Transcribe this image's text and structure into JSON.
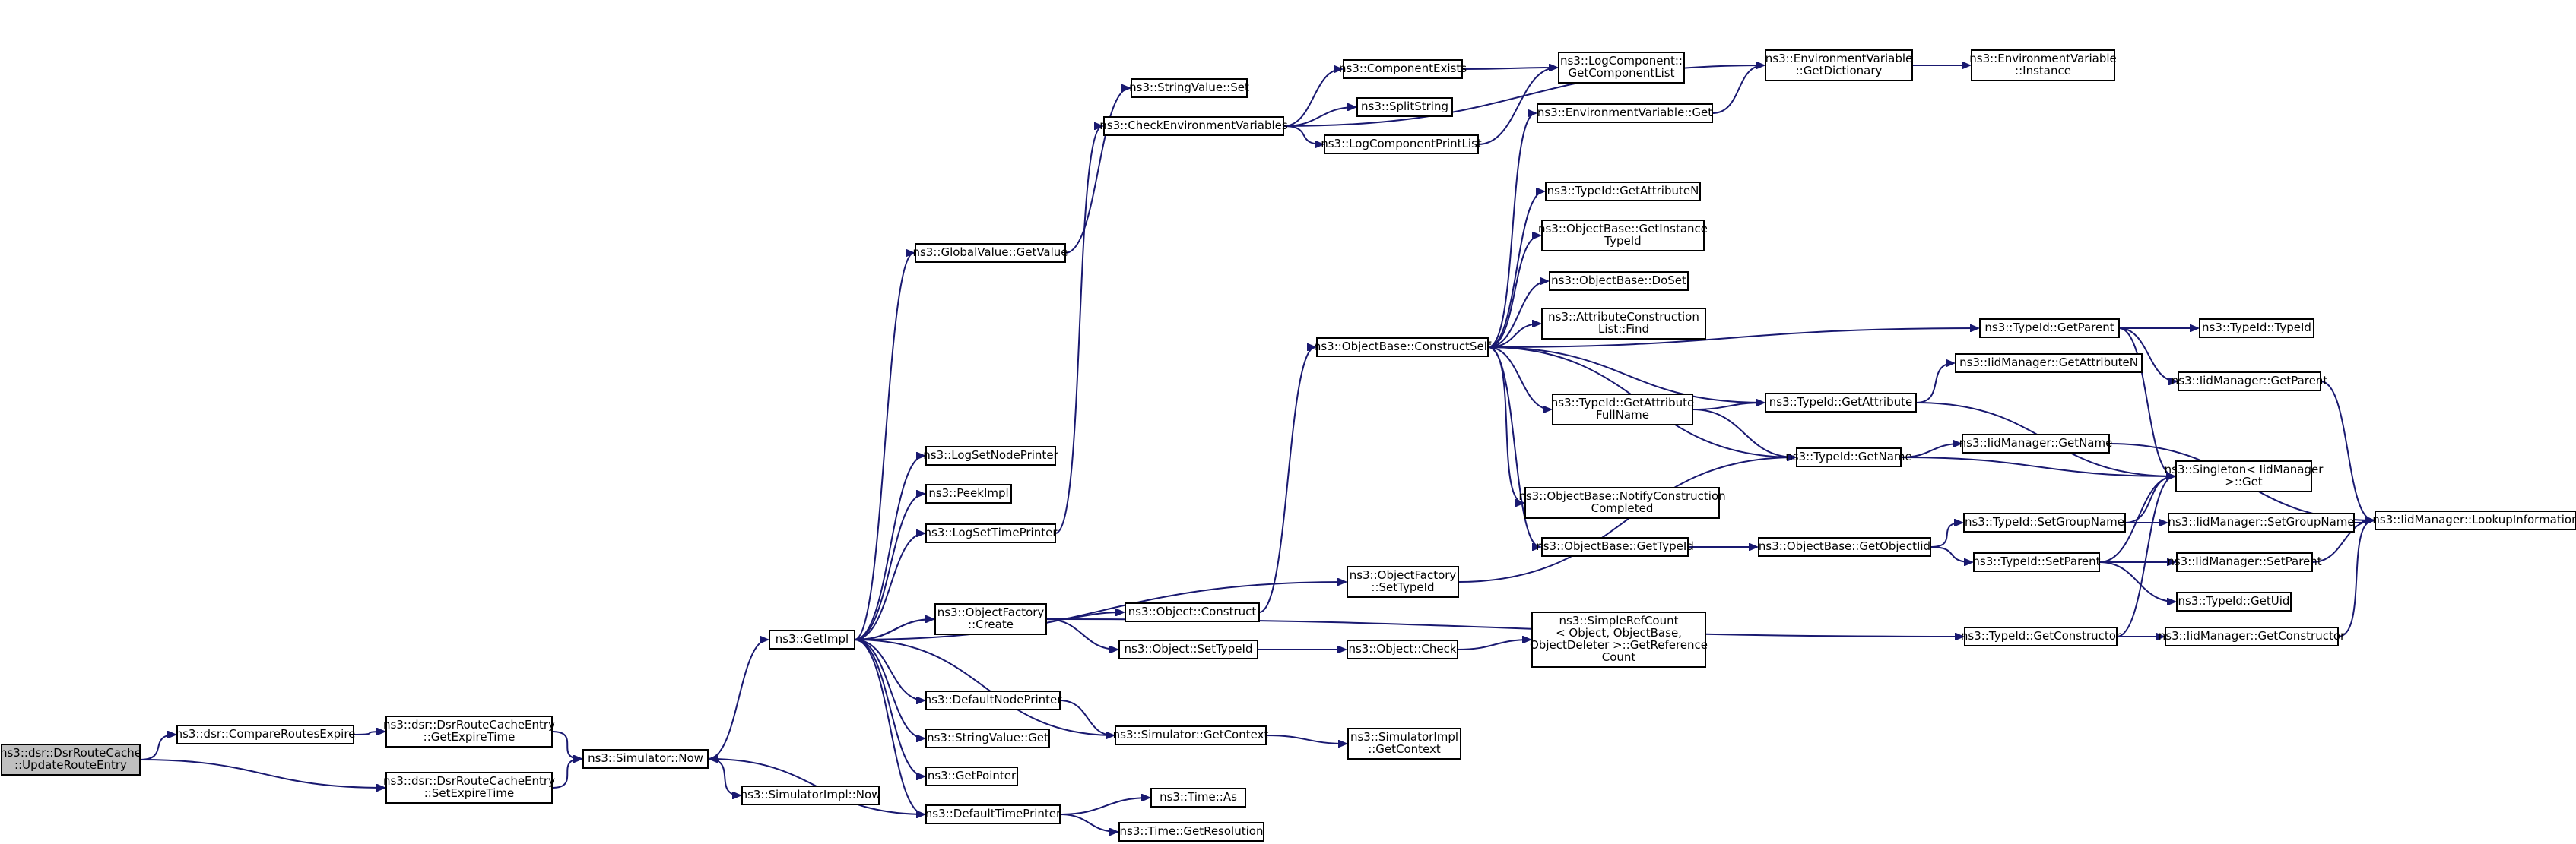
{
  "title": "",
  "colors": {
    "edge": "#191970",
    "node_border": "#000000",
    "root_fill": "#bfbfbf",
    "node_fill": "#ffffff"
  },
  "nodes": [
    {
      "id": "root",
      "lines": [
        "ns3::dsr::DsrRouteCache",
        "::UpdateRouteEntry"
      ]
    },
    {
      "id": "compare",
      "lines": [
        "ns3::dsr::CompareRoutesExpire"
      ]
    },
    {
      "id": "getexp",
      "lines": [
        "ns3::dsr::DsrRouteCacheEntry",
        "::GetExpireTime"
      ]
    },
    {
      "id": "setexp",
      "lines": [
        "ns3::dsr::DsrRouteCacheEntry",
        "::SetExpireTime"
      ]
    },
    {
      "id": "simnow",
      "lines": [
        "ns3::Simulator::Now"
      ]
    },
    {
      "id": "simimplnow",
      "lines": [
        "ns3::SimulatorImpl::Now"
      ]
    },
    {
      "id": "getimpl",
      "lines": [
        "ns3::GetImpl"
      ]
    },
    {
      "id": "gvget",
      "lines": [
        "ns3::GlobalValue::GetValue"
      ]
    },
    {
      "id": "lognode",
      "lines": [
        "ns3::LogSetNodePrinter"
      ]
    },
    {
      "id": "peek",
      "lines": [
        "ns3::PeekImpl"
      ]
    },
    {
      "id": "logtime",
      "lines": [
        "ns3::LogSetTimePrinter"
      ]
    },
    {
      "id": "ofcreate",
      "lines": [
        "ns3::ObjectFactory",
        "::Create"
      ]
    },
    {
      "id": "defnode",
      "lines": [
        "ns3::DefaultNodePrinter"
      ]
    },
    {
      "id": "svget",
      "lines": [
        "ns3::StringValue::Get"
      ]
    },
    {
      "id": "getptr",
      "lines": [
        "ns3::GetPointer"
      ]
    },
    {
      "id": "deftime",
      "lines": [
        "ns3::DefaultTimePrinter"
      ]
    },
    {
      "id": "svset",
      "lines": [
        "ns3::StringValue::Set"
      ]
    },
    {
      "id": "checkenv",
      "lines": [
        "ns3::CheckEnvironmentVariables"
      ]
    },
    {
      "id": "compexists",
      "lines": [
        "ns3::ComponentExists"
      ]
    },
    {
      "id": "split",
      "lines": [
        "ns3::SplitString"
      ]
    },
    {
      "id": "logprint",
      "lines": [
        "ns3::LogComponentPrintList"
      ]
    },
    {
      "id": "logcomplist",
      "lines": [
        "ns3::LogComponent::",
        "GetComponentList"
      ]
    },
    {
      "id": "envdict",
      "lines": [
        "ns3::EnvironmentVariable",
        "::GetDictionary"
      ]
    },
    {
      "id": "envinst",
      "lines": [
        "ns3::EnvironmentVariable",
        "::Instance"
      ]
    },
    {
      "id": "envget",
      "lines": [
        "ns3::EnvironmentVariable::Get"
      ]
    },
    {
      "id": "construct",
      "lines": [
        "ns3::Object::Construct"
      ]
    },
    {
      "id": "settypeid",
      "lines": [
        "ns3::Object::SetTypeId"
      ]
    },
    {
      "id": "ofsettypeid",
      "lines": [
        "ns3::ObjectFactory",
        "::SetTypeId"
      ]
    },
    {
      "id": "ocheck",
      "lines": [
        "ns3::Object::Check"
      ]
    },
    {
      "id": "simgetctx",
      "lines": [
        "ns3::Simulator::GetContext"
      ]
    },
    {
      "id": "simimplgetctx",
      "lines": [
        "ns3::SimulatorImpl",
        "::GetContext"
      ]
    },
    {
      "id": "timeas",
      "lines": [
        "ns3::Time::As"
      ]
    },
    {
      "id": "timeres",
      "lines": [
        "ns3::Time::GetResolution"
      ]
    },
    {
      "id": "constructself",
      "lines": [
        "ns3::ObjectBase::ConstructSelf"
      ]
    },
    {
      "id": "getattrn",
      "lines": [
        "ns3::TypeId::GetAttributeN"
      ]
    },
    {
      "id": "getinsttid",
      "lines": [
        "ns3::ObjectBase::GetInstance",
        "TypeId"
      ]
    },
    {
      "id": "doset",
      "lines": [
        "ns3::ObjectBase::DoSet"
      ]
    },
    {
      "id": "acfind",
      "lines": [
        "ns3::AttributeConstruction",
        "List::Find"
      ]
    },
    {
      "id": "getattrfull",
      "lines": [
        "ns3::TypeId::GetAttribute",
        "FullName"
      ]
    },
    {
      "id": "notify",
      "lines": [
        "ns3::ObjectBase::NotifyConstruction",
        "Completed"
      ]
    },
    {
      "id": "getobjtid",
      "lines": [
        "ns3::ObjectBase::GetTypeId"
      ]
    },
    {
      "id": "getobjectiid",
      "lines": [
        "ns3::ObjectBase::GetObjectIid"
      ]
    },
    {
      "id": "simplerefcount",
      "lines": [
        "ns3::SimpleRefCount",
        "< Object, ObjectBase,",
        "ObjectDeleter >::GetReference",
        "Count"
      ]
    },
    {
      "id": "tidgetparent",
      "lines": [
        "ns3::TypeId::GetParent"
      ]
    },
    {
      "id": "tidgetattr",
      "lines": [
        "ns3::TypeId::GetAttribute"
      ]
    },
    {
      "id": "tidgetname",
      "lines": [
        "ns3::TypeId::GetName"
      ]
    },
    {
      "id": "iidgetattrn",
      "lines": [
        "ns3::IidManager::GetAttributeN"
      ]
    },
    {
      "id": "iidgetname",
      "lines": [
        "ns3::IidManager::GetName"
      ]
    },
    {
      "id": "tidsetgroup",
      "lines": [
        "ns3::TypeId::SetGroupName"
      ]
    },
    {
      "id": "tidsetparent",
      "lines": [
        "ns3::TypeId::SetParent"
      ]
    },
    {
      "id": "tidgetctor",
      "lines": [
        "ns3::TypeId::GetConstructor"
      ]
    },
    {
      "id": "tidtypeid",
      "lines": [
        "ns3::TypeId::TypeId"
      ]
    },
    {
      "id": "iidgetparent",
      "lines": [
        "ns3::IidManager::GetParent"
      ]
    },
    {
      "id": "singleton",
      "lines": [
        "ns3::Singleton< IidManager",
        ">::Get"
      ]
    },
    {
      "id": "iidsetgroup",
      "lines": [
        "ns3::IidManager::SetGroupName"
      ]
    },
    {
      "id": "iidsetparent",
      "lines": [
        "ns3::IidManager::SetParent"
      ]
    },
    {
      "id": "tidgetuid",
      "lines": [
        "ns3::TypeId::GetUid"
      ]
    },
    {
      "id": "iidgetctor",
      "lines": [
        "ns3::IidManager::GetConstructor"
      ]
    },
    {
      "id": "iidlookup",
      "lines": [
        "ns3::IidManager::LookupInformation"
      ]
    }
  ],
  "edges": [
    [
      "root",
      "compare"
    ],
    [
      "root",
      "setexp"
    ],
    [
      "compare",
      "getexp"
    ],
    [
      "getexp",
      "simnow"
    ],
    [
      "setexp",
      "simnow"
    ],
    [
      "simnow",
      "getimpl"
    ],
    [
      "simnow",
      "simimplnow"
    ],
    [
      "getimpl",
      "gvget"
    ],
    [
      "getimpl",
      "lognode"
    ],
    [
      "getimpl",
      "peek"
    ],
    [
      "getimpl",
      "logtime"
    ],
    [
      "getimpl",
      "ofsettypeid"
    ],
    [
      "getimpl",
      "ofcreate"
    ],
    [
      "getimpl",
      "defnode"
    ],
    [
      "getimpl",
      "svget"
    ],
    [
      "getimpl",
      "getptr"
    ],
    [
      "getimpl",
      "deftime"
    ],
    [
      "gvget",
      "svset"
    ],
    [
      "logtime",
      "checkenv"
    ],
    [
      "checkenv",
      "envdict"
    ],
    [
      "checkenv",
      "compexists"
    ],
    [
      "checkenv",
      "split"
    ],
    [
      "checkenv",
      "logprint"
    ],
    [
      "compexists",
      "logcomplist"
    ],
    [
      "logprint",
      "logcomplist"
    ],
    [
      "envdict",
      "envinst"
    ],
    [
      "envget",
      "envdict"
    ],
    [
      "ofcreate",
      "getimpl"
    ],
    [
      "ofcreate",
      "construct"
    ],
    [
      "ofcreate",
      "settypeid"
    ],
    [
      "ofcreate",
      "tidgetctor"
    ],
    [
      "construct",
      "constructself"
    ],
    [
      "settypeid",
      "ocheck"
    ],
    [
      "ocheck",
      "simplerefcount"
    ],
    [
      "ofsettypeid",
      "tidgetname"
    ],
    [
      "defnode",
      "simgetctx"
    ],
    [
      "simgetctx",
      "getimpl"
    ],
    [
      "simgetctx",
      "simimplgetctx"
    ],
    [
      "deftime",
      "simnow"
    ],
    [
      "deftime",
      "timeas"
    ],
    [
      "deftime",
      "timeres"
    ],
    [
      "constructself",
      "envget"
    ],
    [
      "constructself",
      "getattrn"
    ],
    [
      "constructself",
      "getinsttid"
    ],
    [
      "constructself",
      "doset"
    ],
    [
      "constructself",
      "acfind"
    ],
    [
      "constructself",
      "getattrfull"
    ],
    [
      "constructself",
      "notify"
    ],
    [
      "constructself",
      "getobjtid"
    ],
    [
      "constructself",
      "tidgetparent"
    ],
    [
      "constructself",
      "tidgetattr"
    ],
    [
      "constructself",
      "tidgetname"
    ],
    [
      "getattrfull",
      "tidgetattr"
    ],
    [
      "getattrfull",
      "tidgetname"
    ],
    [
      "getobjtid",
      "getobjectiid"
    ],
    [
      "getobjectiid",
      "tidsetgroup"
    ],
    [
      "getobjectiid",
      "tidsetparent"
    ],
    [
      "tidgetparent",
      "tidtypeid"
    ],
    [
      "tidgetparent",
      "iidgetparent"
    ],
    [
      "tidgetparent",
      "singleton"
    ],
    [
      "tidgetattr",
      "iidgetattrn"
    ],
    [
      "tidgetattr",
      "singleton"
    ],
    [
      "tidgetname",
      "iidgetname"
    ],
    [
      "tidgetname",
      "singleton"
    ],
    [
      "tidsetgroup",
      "iidsetgroup"
    ],
    [
      "tidsetgroup",
      "singleton"
    ],
    [
      "tidsetparent",
      "iidsetparent"
    ],
    [
      "tidsetparent",
      "tidgetuid"
    ],
    [
      "tidsetparent",
      "singleton"
    ],
    [
      "tidgetctor",
      "iidgetctor"
    ],
    [
      "tidgetctor",
      "singleton"
    ],
    [
      "iidgetparent",
      "iidlookup"
    ],
    [
      "iidgetname",
      "iidlookup"
    ],
    [
      "iidsetgroup",
      "iidlookup"
    ],
    [
      "iidsetparent",
      "iidlookup"
    ],
    [
      "iidgetctor",
      "iidlookup"
    ]
  ]
}
